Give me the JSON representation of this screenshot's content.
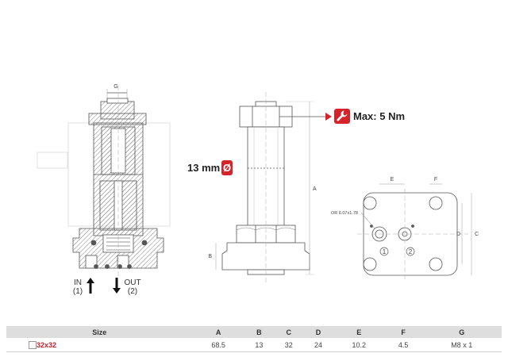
{
  "callouts": {
    "torque": "Max: 5 Nm",
    "wrench_size": "13 mm",
    "wrench_symbol": "Ø"
  },
  "dimensions": {
    "g": "G",
    "a": "A",
    "b": "B",
    "c": "C",
    "d": "D",
    "e": "E",
    "f": "F",
    "oring": "OR 6.07x1.78"
  },
  "ports": {
    "in_label": "IN",
    "in_num": "(1)",
    "out_label": "OUT",
    "out_num": "(2)",
    "port1": "1",
    "port2": "2"
  },
  "table": {
    "headers": [
      "Size",
      "A",
      "B",
      "C",
      "D",
      "E",
      "F",
      "G"
    ],
    "rows": [
      [
        "32x32",
        "68.5",
        "13",
        "32",
        "24",
        "10.2",
        "4.5",
        "M8 x 1"
      ]
    ]
  },
  "colors": {
    "accent": "#d6232a",
    "line": "#555555",
    "hatch": "#777777"
  }
}
